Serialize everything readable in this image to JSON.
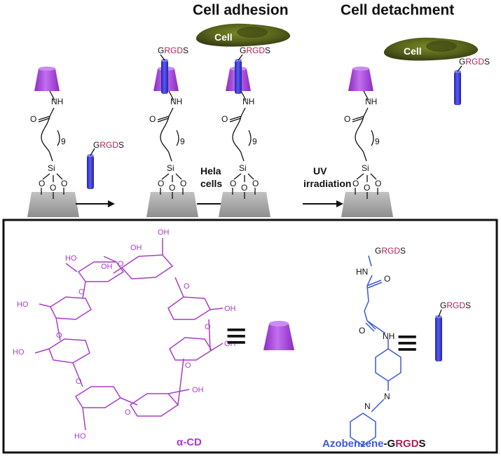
{
  "headings": {
    "adhesion": "Cell adhesion",
    "detachment": "Cell detachment"
  },
  "cell_label": "Cell",
  "arrow_labels": {
    "hela": [
      "Hela",
      "cells"
    ],
    "uv": [
      "UV",
      "irradiation"
    ]
  },
  "chain": {
    "nh": "NH",
    "o": "O",
    "repeat": "9",
    "si": "Si"
  },
  "peptide": {
    "g": "G",
    "rgd": "RGD",
    "s": "S"
  },
  "alpha_cd": {
    "name": "α-CD",
    "oh": "OH",
    "ho": "HO",
    "o": "O"
  },
  "azo": {
    "hn": "HN",
    "nh": "NH",
    "o": "O",
    "n": "N",
    "name_blue": "Azobenzene",
    "name_dash": "-G",
    "name_rgd": "RGD",
    "name_s": "S"
  },
  "equiv_symbol": "≡",
  "colors": {
    "alpha_cd": "#a83cc8",
    "cone": "#b04be0",
    "rod": "#3a3ad8",
    "azo_text": "#3b59d6",
    "rgd": "#b01f5a",
    "surface": "#a9a9a9",
    "cell": "#5d6b1e"
  }
}
